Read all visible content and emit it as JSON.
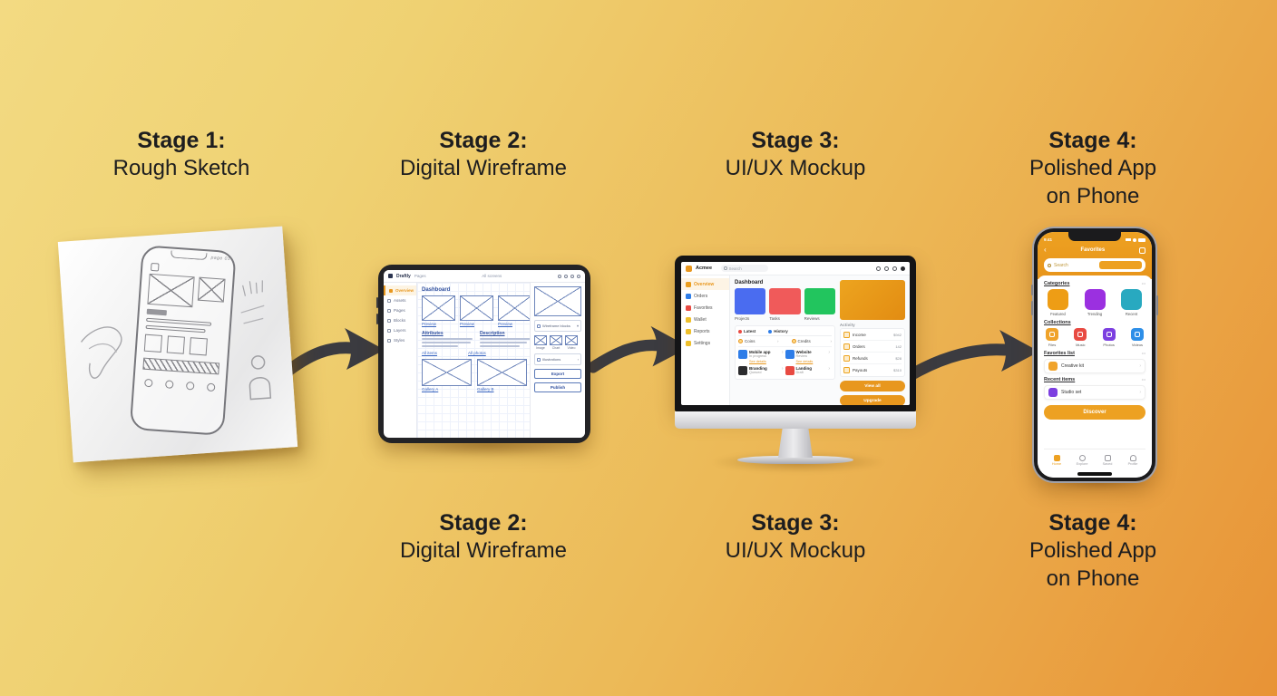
{
  "palette": {
    "background_from": "#efd172",
    "background_to": "#e89336",
    "arrow": "#3b3b40",
    "text": "#1d1d1f",
    "accent_orange": "#e8971e",
    "wireframe_blue": "#6e86bb",
    "mockup_blue": "#4a6cf0",
    "mockup_red": "#f05a5a",
    "mockup_green": "#22c55e",
    "app_purple": "#9b30e0",
    "app_teal": "#28a9c0"
  },
  "stages": {
    "s1": {
      "title": "Stage 1:",
      "subtitle": "Rough Sketch"
    },
    "s2": {
      "title": "Stage 2:",
      "subtitle": "Digital Wireframe"
    },
    "s3": {
      "title": "Stage 3:",
      "subtitle": "UI/UX Mockup"
    },
    "s4": {
      "title": "Stage 4:",
      "subtitle": "Polished App",
      "subtitle2": "on Phone"
    }
  },
  "sketch": {
    "page_note": "page 01"
  },
  "wireframe": {
    "logo": "Draftly",
    "breadcrumb": "Pages",
    "center": "All screens",
    "sidebar": [
      "Overview",
      "Assets",
      "Pages",
      "Blocks",
      "Layers",
      "Styles"
    ],
    "heading": "Dashboard",
    "card_links": [
      "Preview",
      "Preview",
      "Preview"
    ],
    "col1_heading": "Attributes",
    "col2_heading": "Description",
    "link1": "All items",
    "link2": "All photos",
    "bottom_links": [
      "Gallery A",
      "Gallery B"
    ],
    "dropdown": "Wireframe blocks",
    "dropdown_caret": "▾",
    "mini_labels": [
      "Image",
      "Chart",
      "Video"
    ],
    "panel": "Illustrations",
    "panel_caret": "›",
    "btn1": "Export",
    "btn2": "Publish"
  },
  "mockup": {
    "logo": "Acmee",
    "search": "Search",
    "sidebar": [
      "Overview",
      "Orders",
      "Favorites",
      "Wallet",
      "Reports",
      "Settings"
    ],
    "heading": "Dashboard",
    "cards": [
      {
        "label": "Projects",
        "color": "#4a6cf0"
      },
      {
        "label": "Tasks",
        "color": "#f05a5a"
      },
      {
        "label": "Reviews",
        "color": "#22c55e"
      }
    ],
    "tabs": [
      "Latest",
      "History"
    ],
    "coins": [
      {
        "label": "Coins",
        "caret": "›"
      },
      {
        "label": "Credits",
        "caret": "›"
      }
    ],
    "rows": [
      {
        "name": "Mobile app",
        "sub": "In progress"
      },
      {
        "name": "Website",
        "sub": "Review"
      },
      {
        "name": "Branding",
        "sub": "Queued"
      },
      {
        "name": "Landing",
        "sub": "Draft"
      }
    ],
    "row_link": "See details",
    "activity_title": "Activity",
    "activity": [
      {
        "label": "Income",
        "value": "$942"
      },
      {
        "label": "Orders",
        "value": "142"
      },
      {
        "label": "Refunds",
        "value": "$28"
      },
      {
        "label": "Payouts",
        "value": "$310"
      }
    ],
    "button": "View all",
    "button2": "Upgrade"
  },
  "app": {
    "time": "9:41",
    "back": "‹",
    "title": "Favorites",
    "search": "Search",
    "see_all": "•••",
    "sections": {
      "categories": "Categories",
      "collections": "Collections",
      "favorites": "Favorites list",
      "recent": "Recent items"
    },
    "tiles": [
      {
        "label": "Featured",
        "color": "#ee9d15"
      },
      {
        "label": "Trending",
        "color": "#9b30e0"
      },
      {
        "label": "Recent",
        "color": "#28a9c0"
      }
    ],
    "minis": [
      {
        "label": "Files",
        "color": "#f0a32a"
      },
      {
        "label": "Music",
        "color": "#e84a42"
      },
      {
        "label": "Photos",
        "color": "#7c3fe0"
      },
      {
        "label": "Videos",
        "color": "#2e8fe8"
      }
    ],
    "fav_item": "Creative kit",
    "recent_item": "Studio set",
    "chevron": "›",
    "cta": "Discover",
    "nav": [
      "Home",
      "Explore",
      "Saved",
      "Profile"
    ]
  }
}
